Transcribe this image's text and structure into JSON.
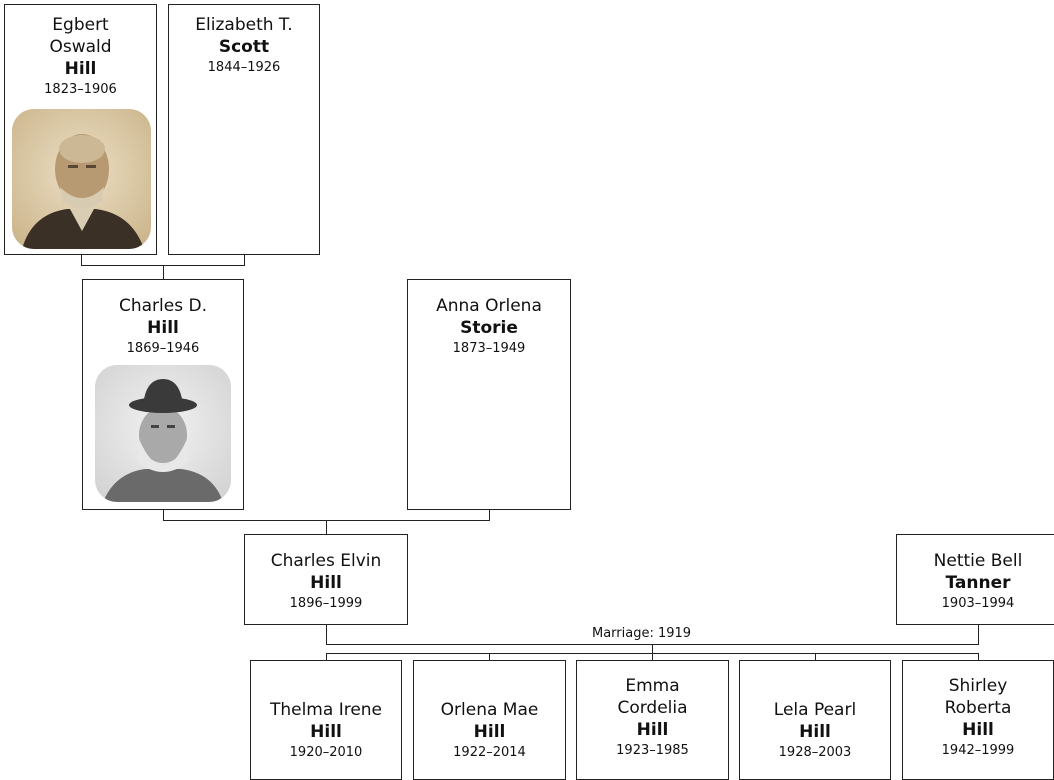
{
  "people": {
    "egbert": {
      "given": "Egbert\nOswald",
      "surname": "Hill",
      "years": "1823–1906"
    },
    "elizabeth": {
      "given": "Elizabeth T.",
      "surname": "Scott",
      "years": "1844–1926"
    },
    "charles_d": {
      "given": "Charles D.",
      "surname": "Hill",
      "years": "1869–1946"
    },
    "anna": {
      "given": "Anna Orlena",
      "surname": "Storie",
      "years": "1873–1949"
    },
    "charles_e": {
      "given": "Charles Elvin",
      "surname": "Hill",
      "years": "1896–1999"
    },
    "nettie": {
      "given": "Nettie Bell",
      "surname": "Tanner",
      "years": "1903–1994"
    },
    "thelma": {
      "given": "Thelma Irene",
      "surname": "Hill",
      "years": "1920–2010"
    },
    "orlena": {
      "given": "Orlena Mae",
      "surname": "Hill",
      "years": "1922–2014"
    },
    "emma": {
      "given": "Emma\nCordelia",
      "surname": "Hill",
      "years": "1923–1985"
    },
    "lela": {
      "given": "Lela Pearl",
      "surname": "Hill",
      "years": "1928–2003"
    },
    "shirley": {
      "given": "Shirley\nRoberta",
      "surname": "Hill",
      "years": "1942–1999"
    }
  },
  "marriage_label": "Marriage: 1919"
}
